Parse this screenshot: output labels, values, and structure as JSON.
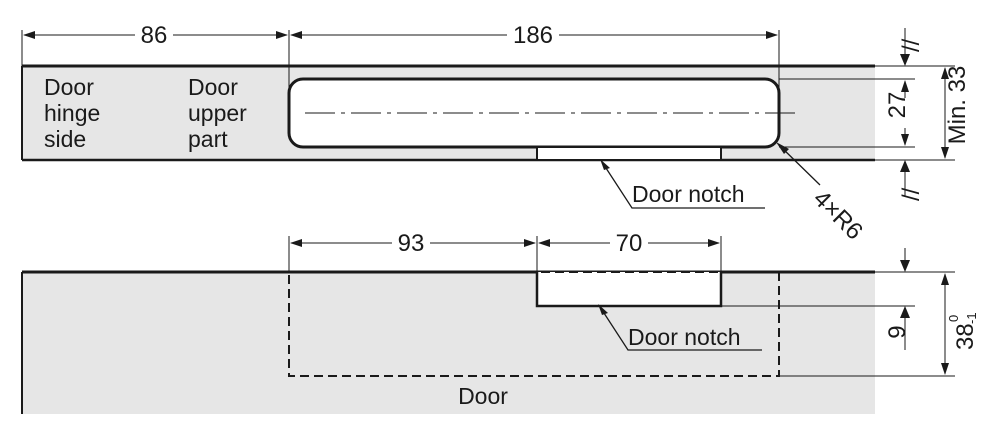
{
  "dimensions": {
    "hinge_side_width": "86",
    "recess_length": "186",
    "recess_height": "27",
    "min_thickness": "Min. 33",
    "radius": "4×R6",
    "parallel_top": "//",
    "parallel_bottom": "//",
    "offset_to_notch": "93",
    "notch_width": "70",
    "notch_depth": "9",
    "door_thickness": "38",
    "tolerance_upper": "0",
    "tolerance_lower": "-1"
  },
  "labels": {
    "door_hinge_side": [
      "Door",
      "hinge",
      "side"
    ],
    "door_upper_part": [
      "Door",
      "upper",
      "part"
    ],
    "door_notch_top": "Door notch",
    "door_notch_bottom": "Door notch",
    "door": "Door"
  },
  "colors": {
    "fill_gray": "#e6e6e6",
    "stroke": "#1a1a1a"
  }
}
